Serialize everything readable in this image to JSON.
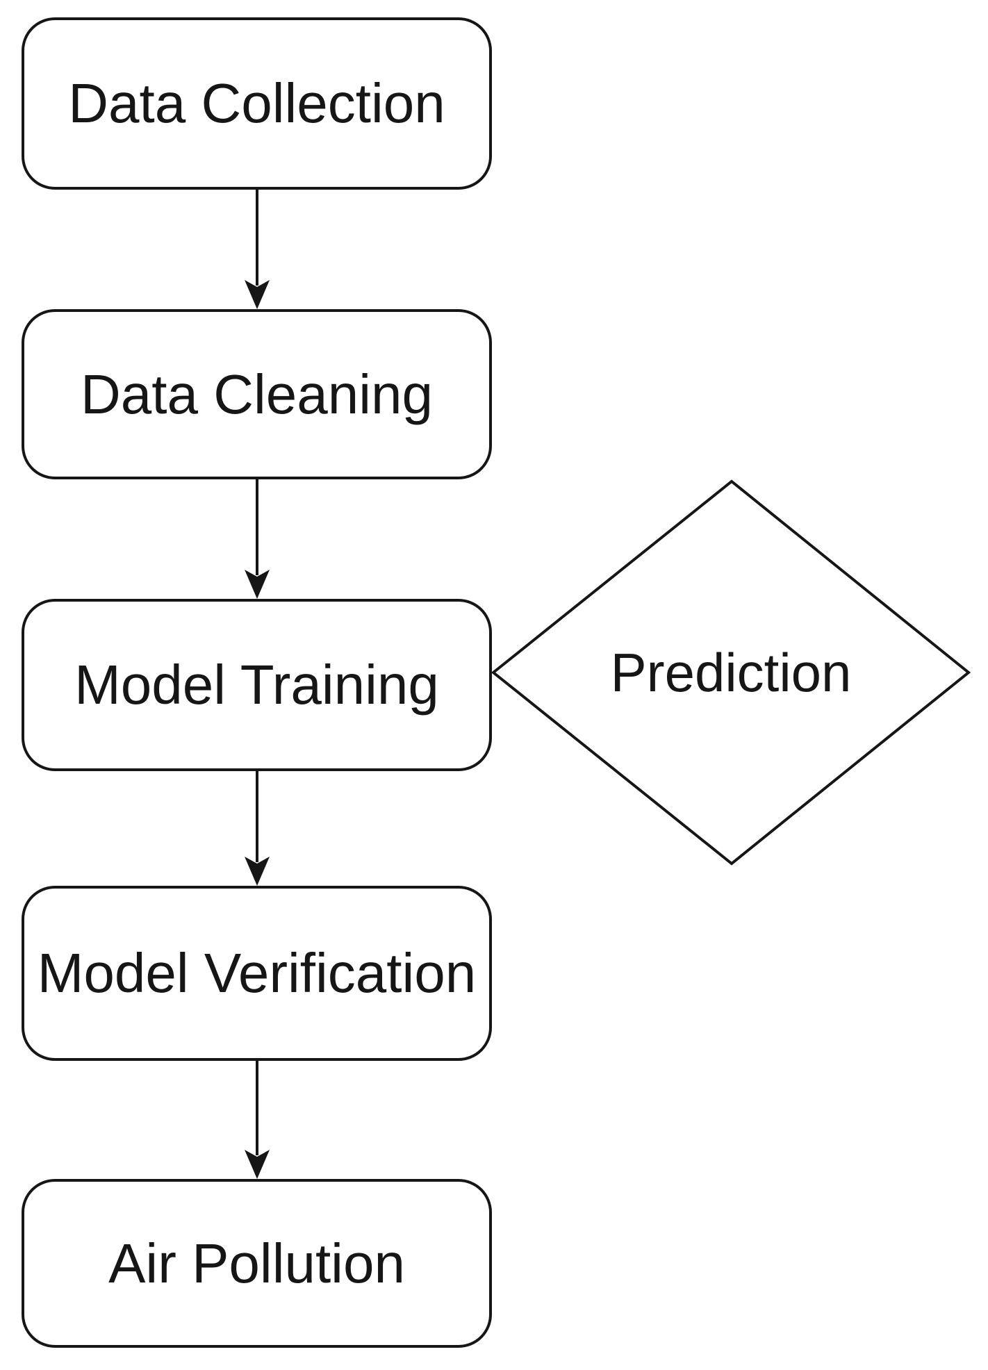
{
  "flowchart": {
    "nodes": [
      {
        "id": "data-collection",
        "shape": "rounded-rectangle",
        "label": "Data Collection"
      },
      {
        "id": "data-cleaning",
        "shape": "rounded-rectangle",
        "label": "Data Cleaning"
      },
      {
        "id": "model-training",
        "shape": "rounded-rectangle",
        "label": "Model Training"
      },
      {
        "id": "model-verification",
        "shape": "rounded-rectangle",
        "label": "Model Verification"
      },
      {
        "id": "air-pollution",
        "shape": "rounded-rectangle",
        "label": "Air Pollution"
      },
      {
        "id": "prediction",
        "shape": "diamond",
        "label": "Prediction"
      }
    ],
    "edges": [
      {
        "from": "Data Collection",
        "to": "Data Cleaning",
        "arrow": true
      },
      {
        "from": "Data Cleaning",
        "to": "Model Training",
        "arrow": true
      },
      {
        "from": "Model Training",
        "to": "Model Verification",
        "arrow": true
      },
      {
        "from": "Model Verification",
        "to": "Air Pollution",
        "arrow": true
      },
      {
        "from": "Model Training",
        "to": "Prediction",
        "arrow": false
      }
    ],
    "colors": {
      "stroke": "#161616",
      "node_fill": "#ffffff",
      "text": "#161616",
      "background": "#ffffff"
    }
  }
}
